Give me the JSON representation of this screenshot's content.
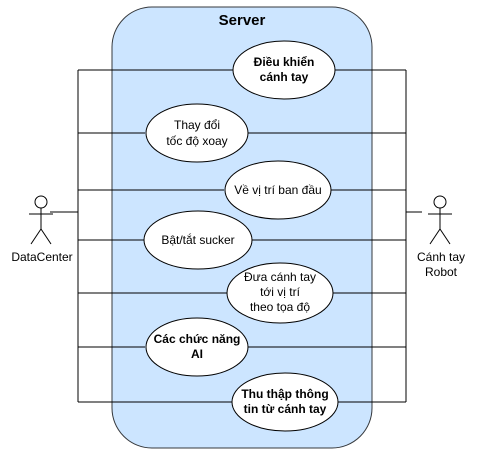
{
  "system": {
    "title": "Server",
    "fill": "#cce5ff",
    "stroke": "#36393d"
  },
  "actors": {
    "left": {
      "label": "DataCenter",
      "icon": "stick-figure-icon"
    },
    "right": {
      "label_line1": "Cánh tay",
      "label_line2": "Robot",
      "icon": "stick-figure-icon"
    }
  },
  "use_cases": [
    {
      "line1": "Điều khiển",
      "line2": "cánh tay",
      "bold": true
    },
    {
      "line1": "Thay đổi",
      "line2": "tốc độ xoay",
      "bold": false
    },
    {
      "line1": "Về vị trí ban đầu",
      "bold": false
    },
    {
      "line1": "Bật/tắt sucker",
      "bold": false
    },
    {
      "line1": "Đưa cánh tay",
      "line2": "tới vị trí",
      "line3": "theo tọa độ",
      "bold": false
    },
    {
      "line1": "Các chức năng",
      "line2": "AI",
      "bold": true
    },
    {
      "line1": "Thu thập thông",
      "line2": "tin từ cánh tay",
      "bold": true
    }
  ]
}
